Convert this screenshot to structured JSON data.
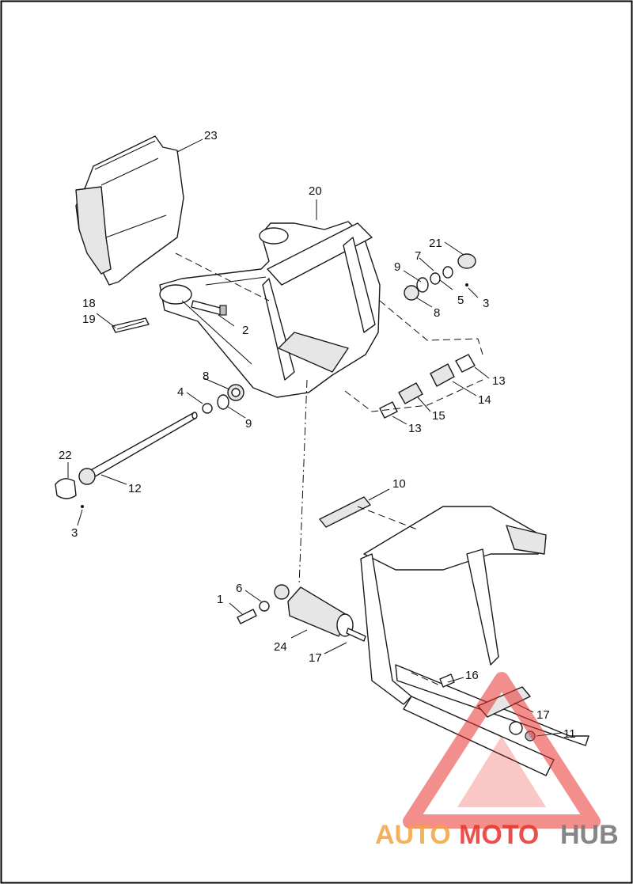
{
  "diagram": {
    "callouts": {
      "c1": "1",
      "c2": "2",
      "c3a": "3",
      "c3b": "3",
      "c4": "4",
      "c5": "5",
      "c6": "6",
      "c7": "7",
      "c8a": "8",
      "c8b": "8",
      "c9a": "9",
      "c9b": "9",
      "c10": "10",
      "c11": "11",
      "c12": "12",
      "c13a": "13",
      "c13b": "13",
      "c14": "14",
      "c15": "15",
      "c16": "16",
      "c17a": "17",
      "c17b": "17",
      "c18": "18",
      "c19": "19",
      "c20": "20",
      "c21": "21",
      "c22": "22",
      "c23": "23",
      "c24": "24"
    }
  },
  "watermark": {
    "part1": "AUTO",
    "part2": "MOTO",
    "part3": "HUB",
    "colors": {
      "red": "#e8322d",
      "orange": "#f4a340",
      "grey": "#7a7a7a"
    }
  },
  "colors": {
    "border": "#000000",
    "line": "#1a1a1a",
    "background": "#ffffff"
  }
}
